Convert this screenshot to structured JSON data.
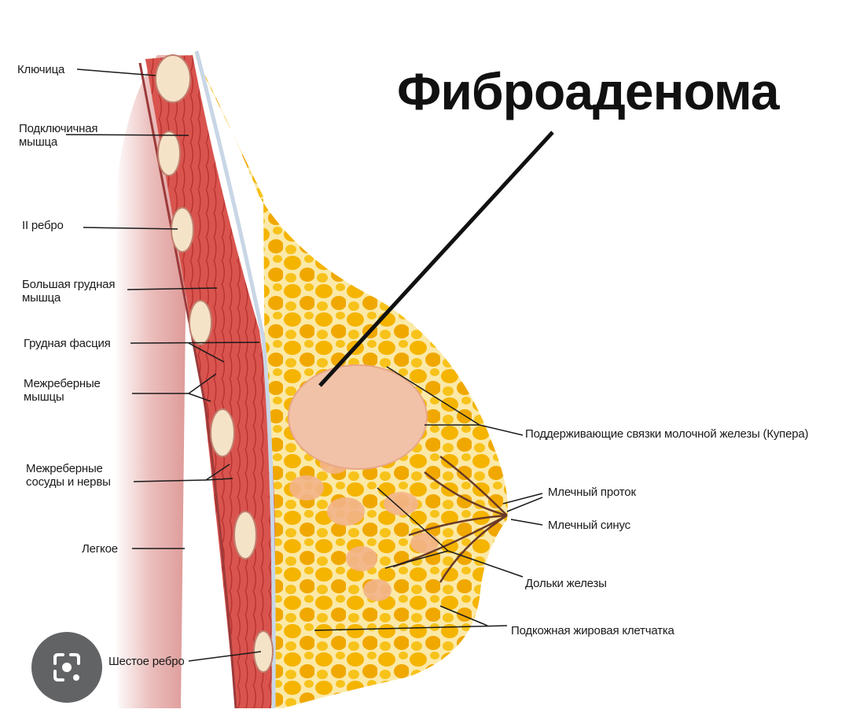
{
  "title": "Фиброаденома",
  "labels": {
    "clavicle": "Ключица",
    "subclavius": "Подключичная мышца",
    "rib2": "II ребро",
    "pectoralis_major": "Большая грудная мышца",
    "pectoral_fascia": "Грудная фасция",
    "intercostal_muscles": "Межреберные мышцы",
    "intercostal_vessels": "Межреберные сосуды и нервы",
    "lung": "Легкое",
    "rib6": "Шестое ребро",
    "cooper_ligaments": "Поддерживающие связки молочной железы (Купера)",
    "milk_duct": "Млечный проток",
    "milk_sinus": "Млечный синус",
    "lobules": "Дольки железы",
    "subcutaneous_fat": "Подкожная жировая клетчатка"
  },
  "colors": {
    "fat": "#f5b400",
    "muscle": "#d9534f",
    "tumor": "#f2c2a8",
    "lens": "#555658"
  }
}
